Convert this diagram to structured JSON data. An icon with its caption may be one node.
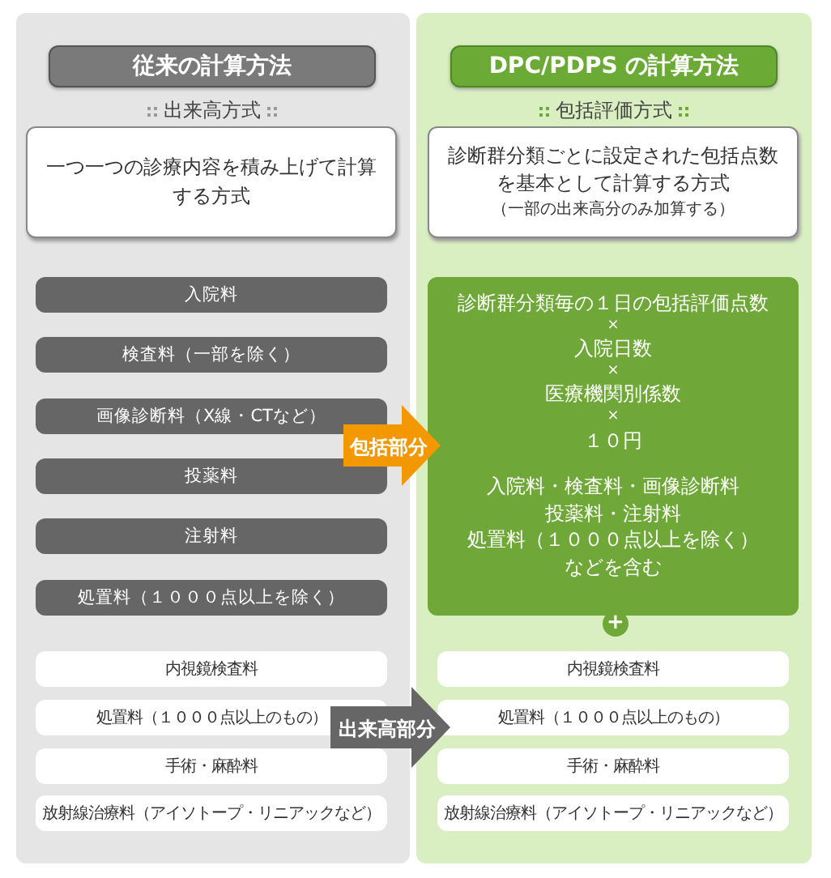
{
  "diagram": {
    "nodes": [
      {
        "text": [],
        "shape": "box"
      },
      {
        "text": [
          "従来の計算方法"
        ],
        "in": 0
      },
      {
        "text": [
          "一つ一つの診療内容を積み上げて計算する方式"
        ],
        "in": 0
      },
      {
        "text": [
          "入院料"
        ],
        "in": 0
      },
      {
        "text": [
          "検査料（一部を除く）"
        ],
        "in": 0
      },
      {
        "text": [
          "画像診断料（X線・CTなど）"
        ],
        "in": 0
      },
      {
        "text": [
          "投薬料"
        ],
        "in": 0
      },
      {
        "text": [
          "注射料"
        ],
        "in": 0
      },
      {
        "text": [
          "処置料（１０００点以上を除く）"
        ],
        "in": 0
      },
      {
        "text": [
          "内視鏡検査料"
        ],
        "in": 0
      },
      {
        "text": [
          "処置料（１０００点以上のもの）"
        ],
        "in": 0
      },
      {
        "text": [
          "手術・麻酔料"
        ],
        "in": 0
      },
      {
        "text": [
          "放射線治療料（アイソトープ・リニアックなど）"
        ],
        "in": 0
      },
      {
        "text": [],
        "shape": "box"
      },
      {
        "text": [
          "DPC/PDPS の計算方法"
        ],
        "in": 13
      },
      {
        "text": [
          "診断群分類ごとに設定された包括点数を基本として計算する方式",
          "（一部の出来高分のみ加算する）"
        ],
        "in": 13
      },
      {
        "text": [
          "診断群分類毎の１日の包括評価点数",
          "×",
          "入院日数",
          "×",
          "医療機関別係数",
          "×",
          "１０円",
          "入院料・検査料・画像診断料",
          "投薬料・注射料",
          "処置料（１０００点以上を除く）",
          "などを含む"
        ],
        "in": 13
      },
      {
        "text": [
          "+"
        ],
        "in": 13
      },
      {
        "text": [
          "内視鏡検査料"
        ],
        "in": 13
      },
      {
        "text": [
          "処置料（１０００点以上のもの）"
        ],
        "in": 13
      },
      {
        "text": [
          "手術・麻酔料"
        ],
        "in": 13
      },
      {
        "text": [
          "放射線治療料（アイソトープ・リニアックなど）"
        ],
        "in": 13
      }
    ],
    "edges": [
      {
        "from": 5,
        "to": 16,
        "arrow": "to",
        "label": "包括部分",
        "color": "#f39800"
      },
      {
        "from": 10,
        "to": 19,
        "arrow": "to",
        "label": "出来高部分",
        "color": "#666666"
      }
    ],
    "labels": [
      "出来高方式",
      "包括評価方式"
    ]
  }
}
